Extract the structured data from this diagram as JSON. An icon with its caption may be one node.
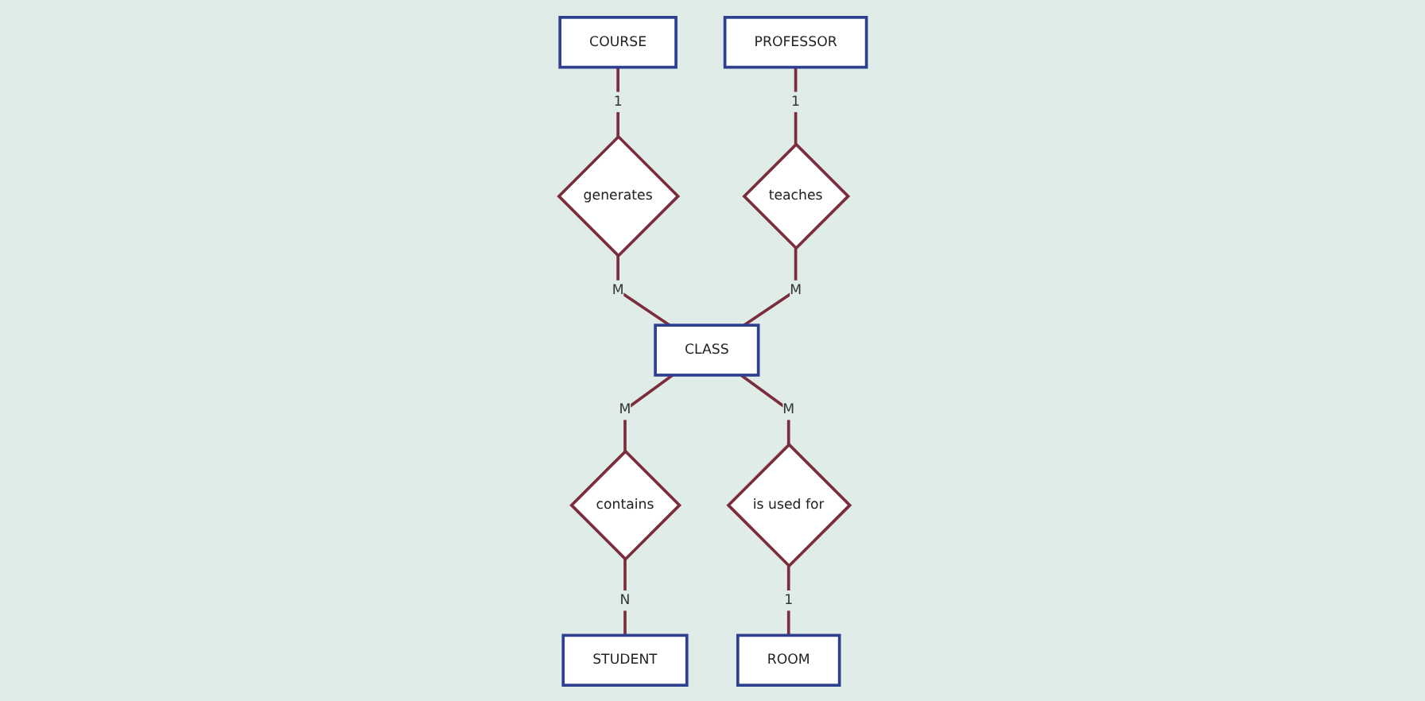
{
  "diagram": {
    "nodes": [
      {
        "text": [
          "COURSE"
        ]
      },
      {
        "text": [
          "generates"
        ]
      },
      {
        "text": [
          "PROFESSOR"
        ]
      },
      {
        "text": [
          "teaches"
        ]
      },
      {
        "text": [
          "CLASS"
        ]
      },
      {
        "text": [
          "contains"
        ]
      },
      {
        "text": [
          "STUDENT"
        ]
      },
      {
        "text": [
          "is used for"
        ]
      },
      {
        "text": [
          "ROOM"
        ]
      }
    ],
    "edges": [
      {
        "from": 0,
        "to": 1,
        "arrow": "none",
        "label": "1"
      },
      {
        "from": 1,
        "to": 4,
        "arrow": "none",
        "label": "M"
      },
      {
        "from": 2,
        "to": 3,
        "arrow": "none",
        "label": "1"
      },
      {
        "from": 3,
        "to": 4,
        "arrow": "none",
        "label": "M"
      },
      {
        "from": 4,
        "to": 5,
        "arrow": "none",
        "label": "M"
      },
      {
        "from": 5,
        "to": 6,
        "arrow": "none",
        "label": "N"
      },
      {
        "from": 4,
        "to": 7,
        "arrow": "none",
        "label": "M"
      },
      {
        "from": 7,
        "to": 8,
        "arrow": "none",
        "label": "1"
      }
    ]
  }
}
